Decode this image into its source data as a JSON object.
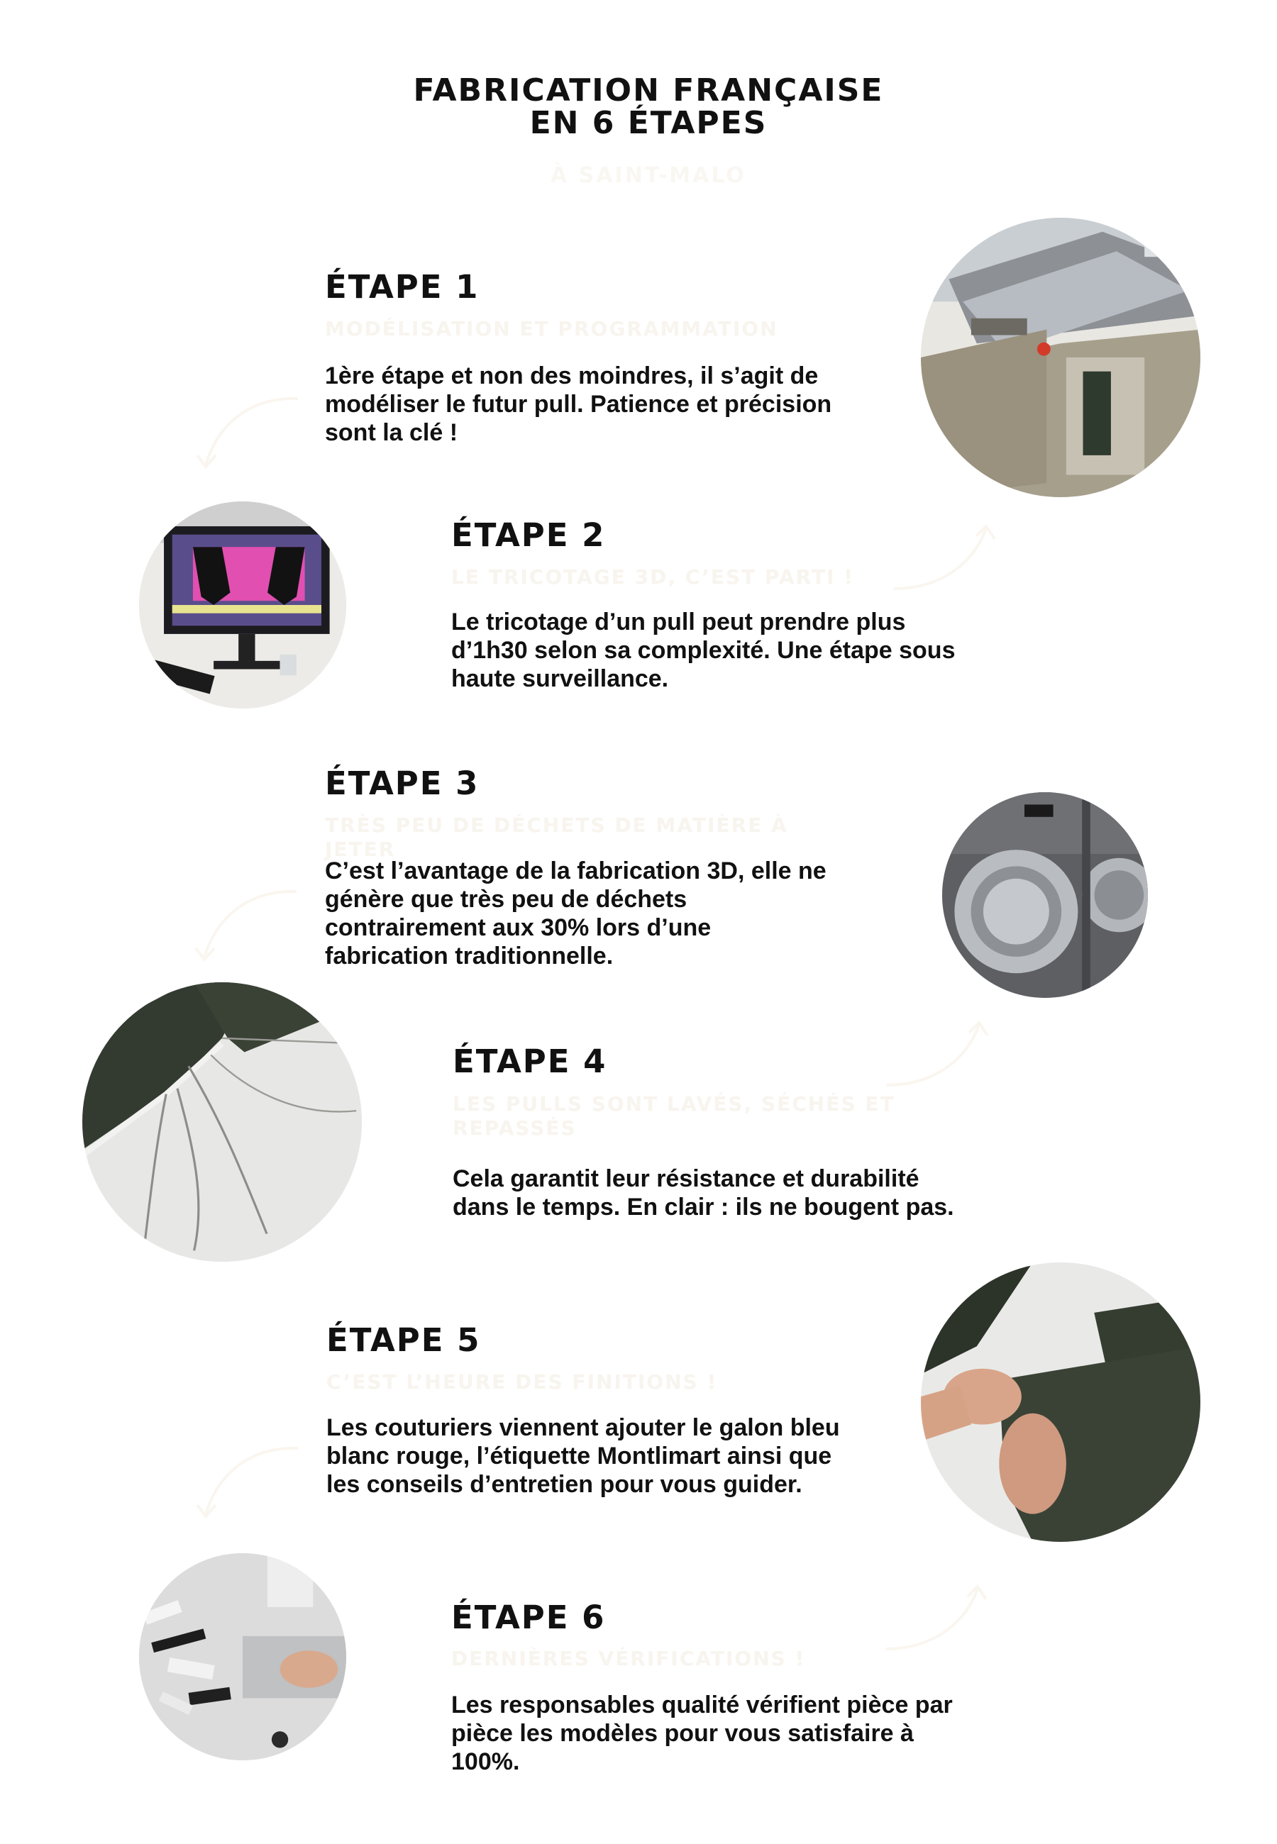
{
  "header": {
    "title_line1": "FABRICATION FRANÇAISE",
    "title_line2": "EN 6 ÉTAPES",
    "subtitle": "À SAINT-MALO"
  },
  "steps": [
    {
      "title": "ÉTAPE 1",
      "subtitle": "MODÉLISATION ET PROGRAMMATION",
      "text": "1ère étape et non des moindres, il s’agit de modéliser le futur pull. Patience et précision sont la clé !",
      "photo_icon": "knitting-machine-photo"
    },
    {
      "title": "ÉTAPE 2",
      "subtitle": "LE TRICOTAGE 3D, C’EST PARTI !",
      "text": "Le tricotage d’un pull peut prendre plus d’1h30 selon sa complexité. Une étape sous haute surveillance.",
      "photo_icon": "computer-modeling-photo"
    },
    {
      "title": "ÉTAPE 3",
      "subtitle": "TRÈS PEU DE DÉCHETS DE MATIÈRE À JETER",
      "text": "C’est l’avantage de la fabrication 3D, elle ne génère que très peu de déchets contrairement aux 30% lors d’une fabrication traditionnelle.",
      "photo_icon": "washing-machine-photo"
    },
    {
      "title": "ÉTAPE 4",
      "subtitle": "LES PULLS SONT LAVÉS, SÉCHÉS ET REPASSÉS",
      "text": "Cela garantit leur résistance et durabilité dans le temps. En clair : ils ne bougent pas.",
      "photo_icon": "knit-threads-photo"
    },
    {
      "title": "ÉTAPE 5",
      "subtitle": "C’EST L’HEURE DES FINITIONS !",
      "text": "Les couturiers viennent ajouter le galon bleu blanc rouge, l’étiquette Montlimart ainsi que les conseils d’entretien pour vous guider.",
      "photo_icon": "hands-finishing-photo"
    },
    {
      "title": "ÉTAPE 6",
      "subtitle": "DERNIÈRES VÉRIFICATIONS !",
      "text": "Les responsables qualité vérifient pièce par pièce les modèles pour vous satisfaire à 100%.",
      "photo_icon": "sewing-labels-photo"
    }
  ],
  "colors": {
    "text": "#111111",
    "faint": "#f8f4ee",
    "knit_green": "#3a4236"
  }
}
